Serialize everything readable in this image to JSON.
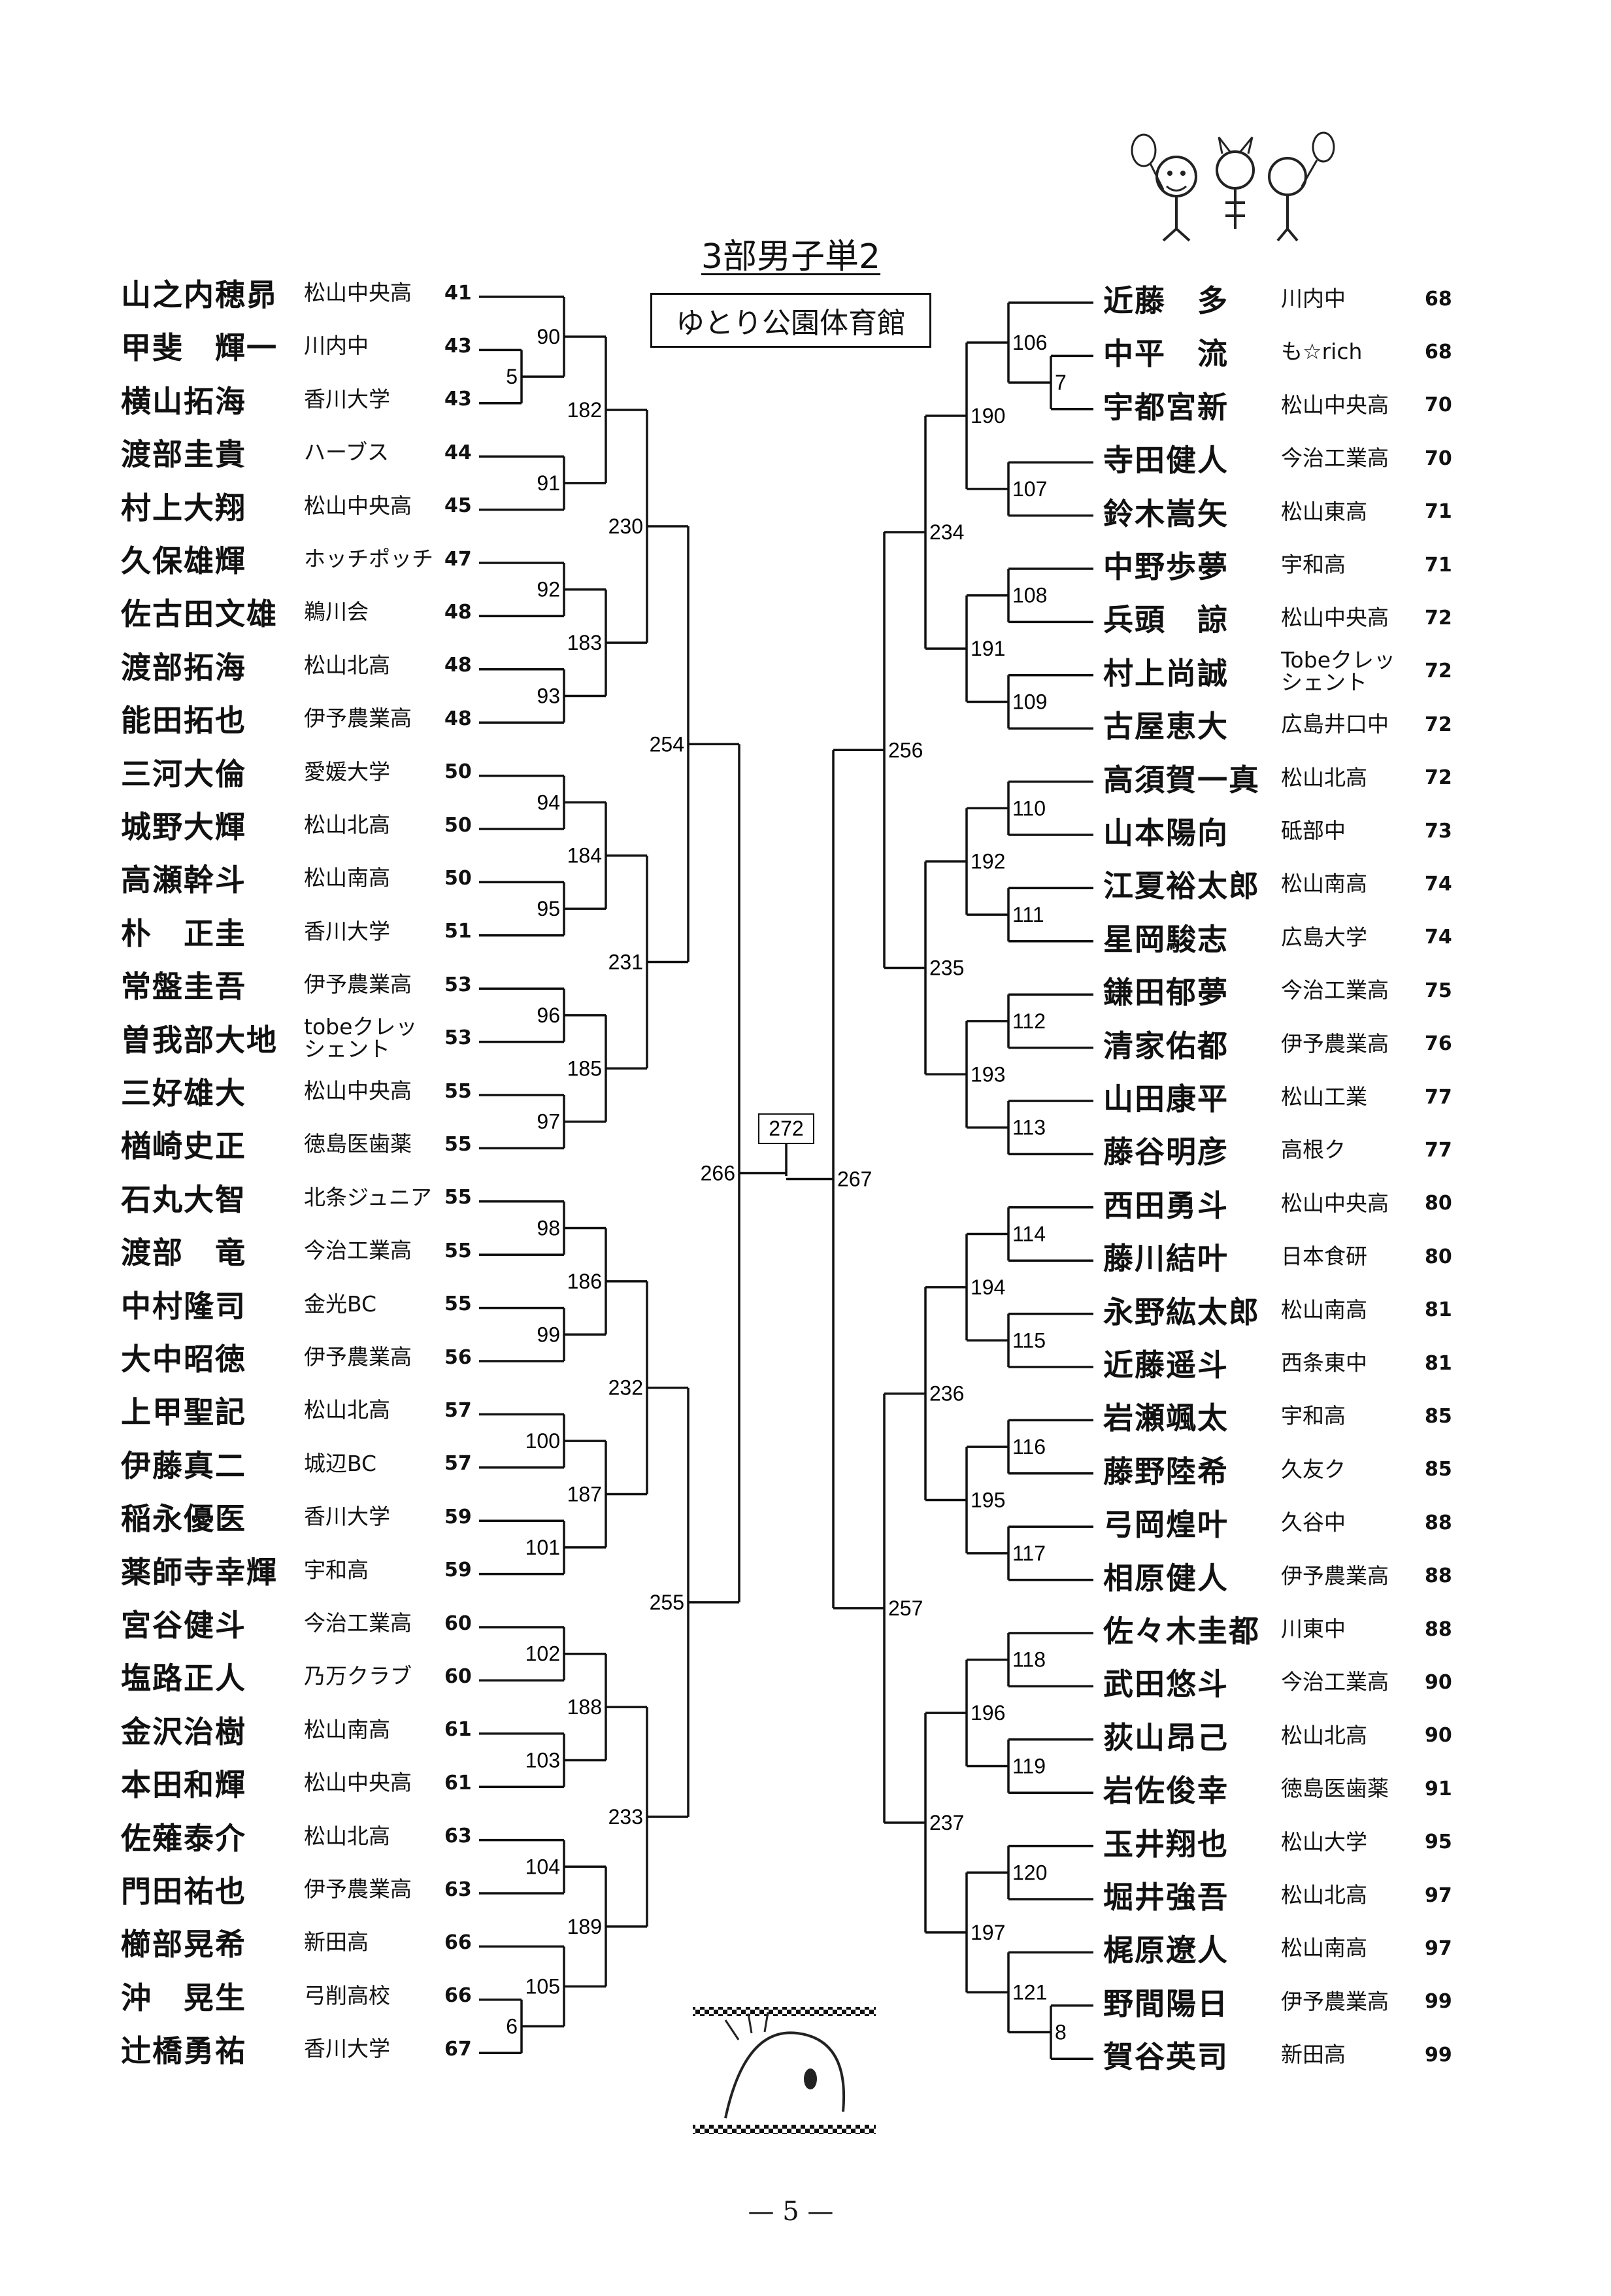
{
  "header": {
    "title": "3部男子単2",
    "venue": "ゆとり公園体育館"
  },
  "left_players": [
    {
      "name": "山之内穂昴",
      "school": "松山中央高",
      "seed": "41"
    },
    {
      "name": "甲斐　輝一",
      "school": "川内中",
      "seed": "43"
    },
    {
      "name": "横山拓海",
      "school": "香川大学",
      "seed": "43"
    },
    {
      "name": "渡部圭貴",
      "school": "ハーブス",
      "seed": "44"
    },
    {
      "name": "村上大翔",
      "school": "松山中央高",
      "seed": "45"
    },
    {
      "name": "久保雄輝",
      "school": "ホッチポッチ",
      "seed": "47"
    },
    {
      "name": "佐古田文雄",
      "school": "鵜川会",
      "seed": "48"
    },
    {
      "name": "渡部拓海",
      "school": "松山北高",
      "seed": "48"
    },
    {
      "name": "能田拓也",
      "school": "伊予農業高",
      "seed": "48"
    },
    {
      "name": "三河大倫",
      "school": "愛媛大学",
      "seed": "50"
    },
    {
      "name": "城野大輝",
      "school": "松山北高",
      "seed": "50"
    },
    {
      "name": "高瀬幹斗",
      "school": "松山南高",
      "seed": "50"
    },
    {
      "name": "朴　正圭",
      "school": "香川大学",
      "seed": "51"
    },
    {
      "name": "常盤圭吾",
      "school": "伊予農業高",
      "seed": "53"
    },
    {
      "name": "曽我部大地",
      "school": "tobeクレッシェント",
      "seed": "53"
    },
    {
      "name": "三好雄大",
      "school": "松山中央高",
      "seed": "55"
    },
    {
      "name": "楢崎史正",
      "school": "徳島医歯薬",
      "seed": "55"
    },
    {
      "name": "石丸大智",
      "school": "北条ジュニア",
      "seed": "55"
    },
    {
      "name": "渡部　竜",
      "school": "今治工業高",
      "seed": "55"
    },
    {
      "name": "中村隆司",
      "school": "金光BC",
      "seed": "55"
    },
    {
      "name": "大中昭徳",
      "school": "伊予農業高",
      "seed": "56"
    },
    {
      "name": "上甲聖記",
      "school": "松山北高",
      "seed": "57"
    },
    {
      "name": "伊藤真二",
      "school": "城辺BC",
      "seed": "57"
    },
    {
      "name": "稲永優医",
      "school": "香川大学",
      "seed": "59"
    },
    {
      "name": "薬師寺幸輝",
      "school": "宇和高",
      "seed": "59"
    },
    {
      "name": "宮谷健斗",
      "school": "今治工業高",
      "seed": "60"
    },
    {
      "name": "塩路正人",
      "school": "乃万クラブ",
      "seed": "60"
    },
    {
      "name": "金沢治樹",
      "school": "松山南高",
      "seed": "61"
    },
    {
      "name": "本田和輝",
      "school": "松山中央高",
      "seed": "61"
    },
    {
      "name": "佐薙泰介",
      "school": "松山北高",
      "seed": "63"
    },
    {
      "name": "門田祐也",
      "school": "伊予農業高",
      "seed": "63"
    },
    {
      "name": "櫛部晃希",
      "school": "新田高",
      "seed": "66"
    },
    {
      "name": "沖　晃生",
      "school": "弓削高校",
      "seed": "66"
    },
    {
      "name": "辻橋勇祐",
      "school": "香川大学",
      "seed": "67"
    }
  ],
  "right_players": [
    {
      "name": "近藤　多",
      "school": "川内中",
      "seed": "68"
    },
    {
      "name": "中平　流",
      "school": "も☆rich",
      "seed": "68"
    },
    {
      "name": "宇都宮新",
      "school": "松山中央高",
      "seed": "70"
    },
    {
      "name": "寺田健人",
      "school": "今治工業高",
      "seed": "70"
    },
    {
      "name": "鈴木嵩矢",
      "school": "松山東高",
      "seed": "71"
    },
    {
      "name": "中野歩夢",
      "school": "宇和高",
      "seed": "71"
    },
    {
      "name": "兵頭　諒",
      "school": "松山中央高",
      "seed": "72"
    },
    {
      "name": "村上尚誠",
      "school": "Tobeクレッシェント",
      "seed": "72"
    },
    {
      "name": "古屋恵大",
      "school": "広島井口中",
      "seed": "72"
    },
    {
      "name": "高須賀一真",
      "school": "松山北高",
      "seed": "72"
    },
    {
      "name": "山本陽向",
      "school": "砥部中",
      "seed": "73"
    },
    {
      "name": "江夏裕太郎",
      "school": "松山南高",
      "seed": "74"
    },
    {
      "name": "星岡駿志",
      "school": "広島大学",
      "seed": "74"
    },
    {
      "name": "鎌田郁夢",
      "school": "今治工業高",
      "seed": "75"
    },
    {
      "name": "清家佑都",
      "school": "伊予農業高",
      "seed": "76"
    },
    {
      "name": "山田康平",
      "school": "松山工業",
      "seed": "77"
    },
    {
      "name": "藤谷明彦",
      "school": "高根ク",
      "seed": "77"
    },
    {
      "name": "西田勇斗",
      "school": "松山中央高",
      "seed": "80"
    },
    {
      "name": "藤川結叶",
      "school": "日本食研",
      "seed": "80"
    },
    {
      "name": "永野紘太郎",
      "school": "松山南高",
      "seed": "81"
    },
    {
      "name": "近藤遥斗",
      "school": "西条東中",
      "seed": "81"
    },
    {
      "name": "岩瀬颯太",
      "school": "宇和高",
      "seed": "85"
    },
    {
      "name": "藤野陸希",
      "school": "久友ク",
      "seed": "85"
    },
    {
      "name": "弓岡煌叶",
      "school": "久谷中",
      "seed": "88"
    },
    {
      "name": "相原健人",
      "school": "伊予農業高",
      "seed": "88"
    },
    {
      "name": "佐々木圭都",
      "school": "川東中",
      "seed": "88"
    },
    {
      "name": "武田悠斗",
      "school": "今治工業高",
      "seed": "90"
    },
    {
      "name": "荻山昂己",
      "school": "松山北高",
      "seed": "90"
    },
    {
      "name": "岩佐俊幸",
      "school": "徳島医歯薬",
      "seed": "91"
    },
    {
      "name": "玉井翔也",
      "school": "松山大学",
      "seed": "95"
    },
    {
      "name": "堀井強吾",
      "school": "松山北高",
      "seed": "97"
    },
    {
      "name": "梶原遼人",
      "school": "松山南高",
      "seed": "97"
    },
    {
      "name": "野間陽日",
      "school": "伊予農業高",
      "seed": "99"
    },
    {
      "name": "賀谷英司",
      "school": "新田高",
      "seed": "99"
    }
  ],
  "bracket": {
    "left": {
      "prelims": [
        {
          "id": "5",
          "rows": [
            1,
            2
          ]
        },
        {
          "id": "6",
          "rows": [
            32,
            33
          ]
        }
      ],
      "r1": [
        "90",
        "91",
        "92",
        "93",
        "94",
        "95",
        "96",
        "97",
        "98",
        "99",
        "100",
        "101",
        "102",
        "103",
        "104",
        "105"
      ],
      "r2": [
        "182",
        "183",
        "184",
        "185",
        "186",
        "187",
        "188",
        "189"
      ],
      "r3": [
        "230",
        "231",
        "232",
        "233"
      ],
      "r4": [
        "254",
        "255"
      ],
      "semi": "266"
    },
    "right": {
      "prelims": [
        {
          "id": "7",
          "rows": [
            1,
            2
          ]
        },
        {
          "id": "8",
          "rows": [
            32,
            33
          ]
        }
      ],
      "r1": [
        "106",
        "107",
        "108",
        "109",
        "110",
        "111",
        "112",
        "113",
        "114",
        "115",
        "116",
        "117",
        "118",
        "119",
        "120",
        "121"
      ],
      "r2": [
        "190",
        "191",
        "192",
        "193",
        "194",
        "195",
        "196",
        "197"
      ],
      "r3": [
        "234",
        "235",
        "236",
        "237"
      ],
      "r4": [
        "256",
        "257"
      ],
      "semi": "267"
    },
    "final": "272"
  },
  "footer": {
    "page_number": "— 5 —"
  },
  "colors": {
    "line": "#111111",
    "annotation": "#e0202a"
  }
}
